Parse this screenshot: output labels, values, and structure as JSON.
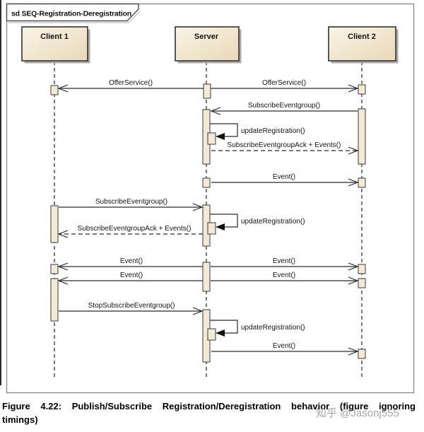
{
  "frame": {
    "title": "sd SEQ-Registration-Deregistration"
  },
  "lifelines": [
    {
      "name": "Client 1"
    },
    {
      "name": "Server"
    },
    {
      "name": "Client 2"
    }
  ],
  "messages": [
    {
      "label": "OfferService()",
      "from": "Server",
      "to": "Client 1",
      "kind": "async"
    },
    {
      "label": "OfferService()",
      "from": "Server",
      "to": "Client 2",
      "kind": "async"
    },
    {
      "label": "SubscribeEventgroup()",
      "from": "Client 2",
      "to": "Server",
      "kind": "async"
    },
    {
      "label": "updateRegistration()",
      "from": "Server",
      "to": "Server",
      "kind": "self"
    },
    {
      "label": "SubscribeEventgroupAck + Events()",
      "from": "Server",
      "to": "Client 2",
      "kind": "return"
    },
    {
      "label": "Event()",
      "from": "Server",
      "to": "Client 2",
      "kind": "async"
    },
    {
      "label": "SubscribeEventgroup()",
      "from": "Client 1",
      "to": "Server",
      "kind": "async"
    },
    {
      "label": "updateRegistration()",
      "from": "Server",
      "to": "Server",
      "kind": "self"
    },
    {
      "label": "SubscribeEventgroupAck + Events()",
      "from": "Server",
      "to": "Client 1",
      "kind": "return"
    },
    {
      "label": "Event()",
      "from": "Server",
      "to": "Client 1",
      "kind": "async"
    },
    {
      "label": "Event()",
      "from": "Server",
      "to": "Client 2",
      "kind": "async"
    },
    {
      "label": "Event()",
      "from": "Server",
      "to": "Client 1",
      "kind": "async"
    },
    {
      "label": "Event()",
      "from": "Server",
      "to": "Client 2",
      "kind": "async"
    },
    {
      "label": "StopSubscribeEventgroup()",
      "from": "Client 1",
      "to": "Server",
      "kind": "async"
    },
    {
      "label": "updateRegistration()",
      "from": "Server",
      "to": "Server",
      "kind": "self"
    },
    {
      "label": "Event()",
      "from": "Server",
      "to": "Client 2",
      "kind": "async"
    }
  ],
  "caption": {
    "line1": "Figure 4.22: Publish/Subscribe Registration/Deregistration behavior (figure ignoring",
    "line2": "timings)"
  },
  "watermark": {
    "text": "知乎 @Jasonj555"
  },
  "colors": {
    "header_fill_light": "#faf3e3",
    "header_fill_dark": "#e9d9ba",
    "activation_fill": "#f3ead6",
    "box_border": "#3c3c3c",
    "message_line": "#2b2b2b",
    "frame_border": "#8c8c8c",
    "shadow": "#a9a9a9",
    "watermark_gray": "#8f8f8f"
  }
}
